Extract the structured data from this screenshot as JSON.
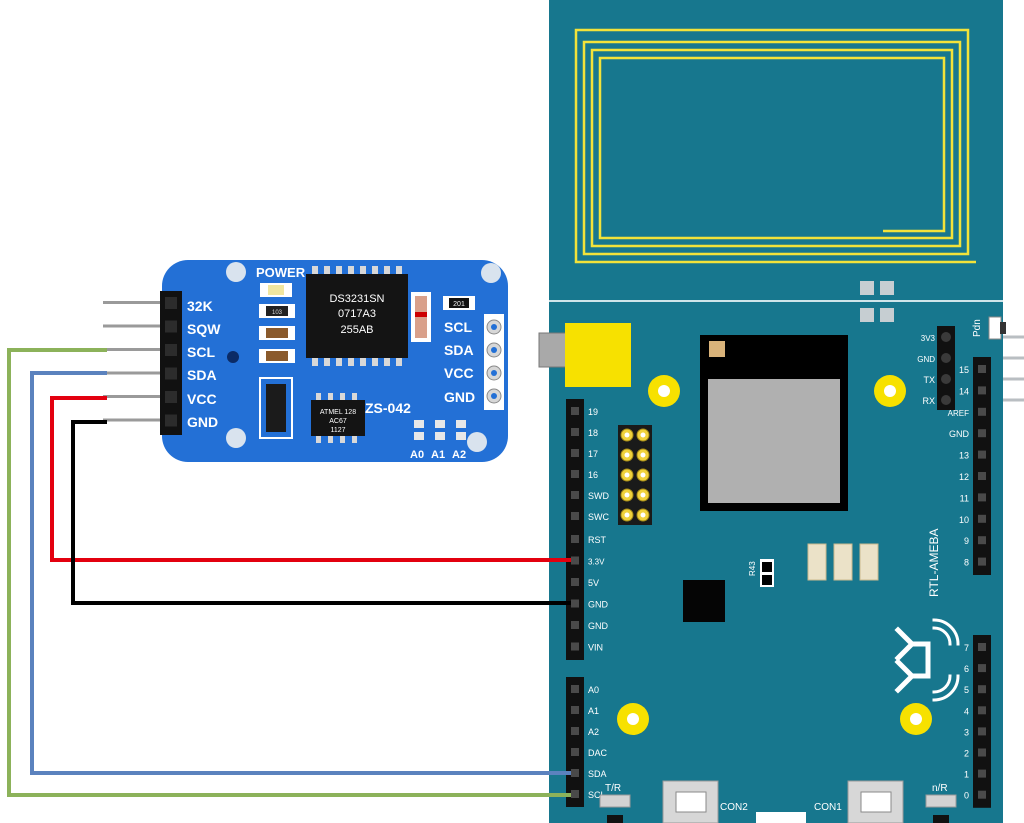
{
  "module": {
    "silkscreen": "ZS-042",
    "power_label": "POWER",
    "chip1_lines": [
      "DS3231SN",
      "0717A3",
      "255AB"
    ],
    "chip2_lines": [
      "ATMEL 128",
      "AC67",
      "1127"
    ],
    "res_label": "201",
    "res_small": "103",
    "header_pins": [
      "32K",
      "SQW",
      "SCL",
      "SDA",
      "VCC",
      "GND"
    ],
    "side_pins": [
      "SCL",
      "SDA",
      "VCC",
      "GND"
    ],
    "addr_pins": [
      "A0",
      "A1",
      "A2"
    ]
  },
  "board": {
    "name": "RTL-AMEBA",
    "left_top_pins": [
      "19",
      "18",
      "17",
      "16",
      "SWD",
      "SWC"
    ],
    "power_pins": [
      "RST",
      "3.3V",
      "5V",
      "GND",
      "GND",
      "VIN"
    ],
    "analog_pins": [
      "A0",
      "A1",
      "A2",
      "DAC",
      "SDA",
      "SCL"
    ],
    "jtag_pins": [
      "3V3",
      "GND",
      "TX",
      "RX"
    ],
    "pdn_label": "Pdn",
    "right_top_pins": [
      "15",
      "14",
      "AREF",
      "GND",
      "13",
      "12",
      "11",
      "10",
      "9",
      "8"
    ],
    "right_bottom_pins": [
      "7",
      "6",
      "5",
      "4",
      "3",
      "2",
      "1",
      "0"
    ],
    "r43_label": "R43",
    "con2_label": "CON2",
    "con1_label": "CON1",
    "tr_label": "T/R",
    "nr_label": "n/R"
  },
  "colors": {
    "board": "#17778e",
    "module": "#2370d6",
    "antenna": "#f2e23a",
    "wire_red": "#e3000f",
    "wire_black": "#000000",
    "wire_blue": "#5b82be",
    "wire_green": "#8cb25a"
  }
}
